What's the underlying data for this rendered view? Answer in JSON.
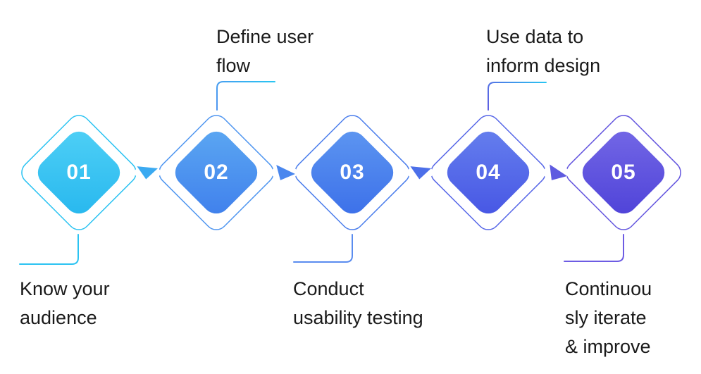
{
  "diagram": {
    "background": "#ffffff",
    "text_color": "#1a1a1a",
    "steps": [
      {
        "number": "01",
        "label": "Know your audience",
        "label_lines": [
          "Know your",
          "audience"
        ],
        "label_position": "bottom",
        "fill_light": "#4FD0F6",
        "fill_dark": "#27B7EE",
        "outline_color": "#2BC3F2",
        "connector_color": "#2BC3F2"
      },
      {
        "number": "02",
        "label": "Define user flow",
        "label_lines": [
          "Define user",
          "flow"
        ],
        "label_position": "top",
        "fill_light": "#5CA8F2",
        "fill_dark": "#3F7FEC",
        "outline_color": "#4E95F0",
        "connector_color": "#29C5F2"
      },
      {
        "number": "03",
        "label": "Conduct usability testing",
        "label_lines": [
          "Conduct",
          "usability testing"
        ],
        "label_position": "bottom",
        "fill_light": "#5E97F1",
        "fill_dark": "#3B6FE9",
        "outline_color": "#4A7DEC",
        "connector_color": "#5A8CEF"
      },
      {
        "number": "04",
        "label": "Use data to inform design",
        "label_lines": [
          "Use data to",
          "inform design"
        ],
        "label_position": "top",
        "fill_light": "#6680EE",
        "fill_dark": "#4655E4",
        "outline_color": "#5565E7",
        "connector_color": "#29C5F2"
      },
      {
        "number": "05",
        "label": "Continuously iterate & improve",
        "label_lines": [
          "Continuou",
          "sly iterate",
          "& improve"
        ],
        "label_position": "bottom",
        "fill_light": "#7468E6",
        "fill_dark": "#4E42D8",
        "outline_color": "#6254DE",
        "connector_color": "#6D5CE3"
      }
    ],
    "arrows": [
      {
        "color": "#3BAAF1"
      },
      {
        "color": "#4A87EE"
      },
      {
        "color": "#4C6FE9"
      },
      {
        "color": "#5F5BE0"
      }
    ],
    "connector_gradients": {
      "step2_start": "#29C5F2",
      "step2_end": "#4E95F0",
      "step4_start": "#29C5F2",
      "step4_end": "#5E5FE2"
    }
  }
}
